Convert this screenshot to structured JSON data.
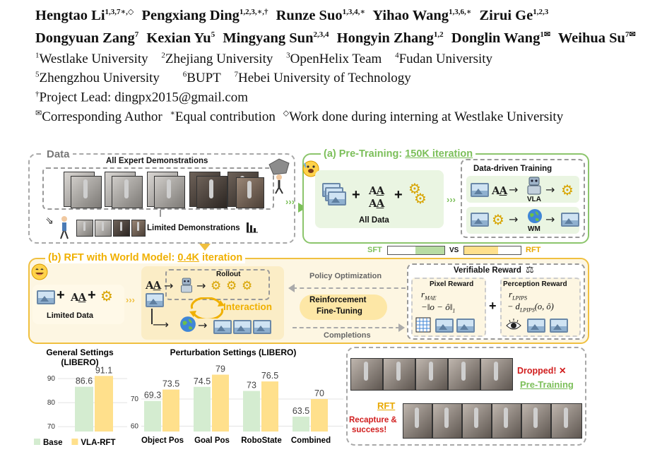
{
  "authors": {
    "line1": [
      {
        "name": "Hengtao Li",
        "sup": "1,3,7∗,◇"
      },
      {
        "name": "Pengxiang Ding",
        "sup": "1,2,3,∗,†"
      },
      {
        "name": "Runze Suo",
        "sup": "1,3,4,∗"
      },
      {
        "name": "Yihao Wang",
        "sup": "1,3,6,∗"
      },
      {
        "name": "Zirui Ge",
        "sup": "1,2,3"
      }
    ],
    "line2": [
      {
        "name": "Dongyuan Zang",
        "sup": "7"
      },
      {
        "name": "Kexian Yu",
        "sup": "5"
      },
      {
        "name": "Mingyang Sun",
        "sup": "2,3,4"
      },
      {
        "name": "Hongyin Zhang",
        "sup": "1,2"
      },
      {
        "name": "Donglin Wang",
        "sup": "1✉"
      },
      {
        "name": "Weihua Su",
        "sup": "7✉"
      }
    ]
  },
  "affiliations": {
    "line1": [
      {
        "sup": "1",
        "name": "Westlake University"
      },
      {
        "sup": "2",
        "name": "Zhejiang University"
      },
      {
        "sup": "3",
        "name": "OpenHelix Team"
      },
      {
        "sup": "4",
        "name": "Fudan University"
      }
    ],
    "line2": [
      {
        "sup": "5",
        "name": "Zhengzhou University"
      },
      {
        "sup": "6",
        "name": "BUPT"
      },
      {
        "sup": "7",
        "name": "Hebei University of Technology"
      }
    ],
    "project_lead_sup": "†",
    "project_lead": "Project Lead: dingpx2015@gmail.com",
    "notes": [
      {
        "sup": "✉",
        "text": "Corresponding Author"
      },
      {
        "sup": "∗",
        "text": "Equal contribution"
      },
      {
        "sup": "◇",
        "text": "Work done during interning at Westlake University"
      }
    ]
  },
  "figure": {
    "data_panel": {
      "title": "Data",
      "expert_label": "All Expert Demonstrations",
      "limited_label": "Limited Demonstrations"
    },
    "pretrain_panel": {
      "title_prefix": "(a) Pre-Training: ",
      "title_iter": "150K iteration",
      "all_data": "All Data",
      "ddt_title": "Data-driven Training",
      "vla": "VLA",
      "wm": "WM"
    },
    "rft_panel": {
      "title_prefix": "(b) RFT with World Model: ",
      "title_iter": "0.4K",
      "title_suffix": " iteration",
      "limited_data": "Limited Data",
      "rollout": "Rollout",
      "interaction": "Interaction",
      "policy_opt": "Policy Optimization",
      "rft_line1": "Reinforcement",
      "rft_line2": "Fine-Tuning",
      "completions": "Completions",
      "verifiable_reward": "Verifiable Reward",
      "pixel_reward": "Pixel Reward",
      "pixel_symbol": "r",
      "pixel_sub": "MAE",
      "pixel_formula": "−‖o − ô‖",
      "pixel_formula_sub": "1",
      "plus": "+",
      "perception_reward": "Perception Reward",
      "perc_symbol": "r",
      "perc_sub": "LPIPS",
      "perc_formula": "− d",
      "perc_formula_sub": "LPIPS",
      "perc_formula_tail": "(o, ô)"
    },
    "sft_vs_rft": {
      "sft": "SFT",
      "vs": "VS",
      "rft": "RFT"
    },
    "bottom_right": {
      "dropped": "Dropped!",
      "x_mark": "✕",
      "pretraining": "Pre-Training",
      "rft": "RFT",
      "recapture_line1": "Recapture &",
      "recapture_line2": "success!"
    }
  },
  "chart_data": [
    {
      "type": "bar",
      "title": "General Settings",
      "subtitle": "(LIBERO)",
      "categories": [
        ""
      ],
      "series": [
        {
          "name": "Base",
          "values": [
            86.6
          ]
        },
        {
          "name": "VLA-RFT",
          "values": [
            91.1
          ]
        }
      ],
      "yticks": [
        70,
        80,
        90
      ],
      "ylim": [
        68,
        95
      ],
      "grid": true,
      "legend": "bottom",
      "colors": {
        "Base": "#d4ecd0",
        "VLA-RFT": "#ffe08c"
      }
    },
    {
      "type": "bar",
      "title": "Perturbation Settings (LIBERO)",
      "categories": [
        "Object Pos",
        "Goal Pos",
        "RoboState",
        "Combined"
      ],
      "series": [
        {
          "name": "Base",
          "values": [
            69.3,
            74.5,
            73,
            63.5
          ]
        },
        {
          "name": "VLA-RFT",
          "values": [
            73.5,
            79,
            76.5,
            70
          ]
        }
      ],
      "yticks": [
        60,
        70
      ],
      "ylim": [
        58,
        82
      ],
      "grid": true,
      "colors": {
        "Base": "#d4ecd0",
        "VLA-RFT": "#ffe08c"
      }
    }
  ],
  "colors": {
    "green": "#7cbf5a",
    "green_fill": "#eaf5e2",
    "yellow": "#f0c040",
    "yellow_fill": "#fdf5de",
    "gray_border": "#9a9a9a",
    "red": "#d11e1e",
    "rft_orange": "#e8a800"
  }
}
